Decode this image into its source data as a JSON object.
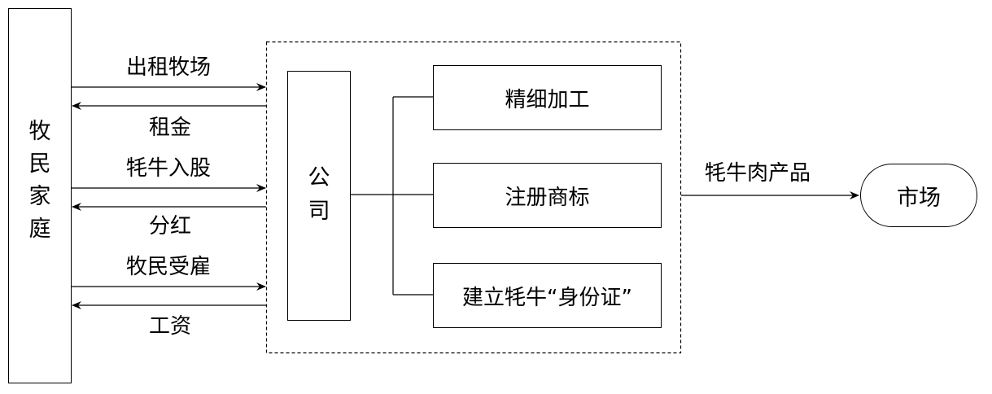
{
  "household": {
    "label": "牧民家庭"
  },
  "company": {
    "label": "公司"
  },
  "flows": {
    "rent_out": "出租牧场",
    "rent": "租金",
    "invest": "牦牛入股",
    "dividend": "分红",
    "hired": "牧民受雇",
    "wage": "工资"
  },
  "functions": [
    {
      "label": "精细加工"
    },
    {
      "label": "注册商标"
    },
    {
      "label": "建立牦牛“身份证”"
    }
  ],
  "product": {
    "label": "牦牛肉产品"
  },
  "market": {
    "label": "市场"
  }
}
